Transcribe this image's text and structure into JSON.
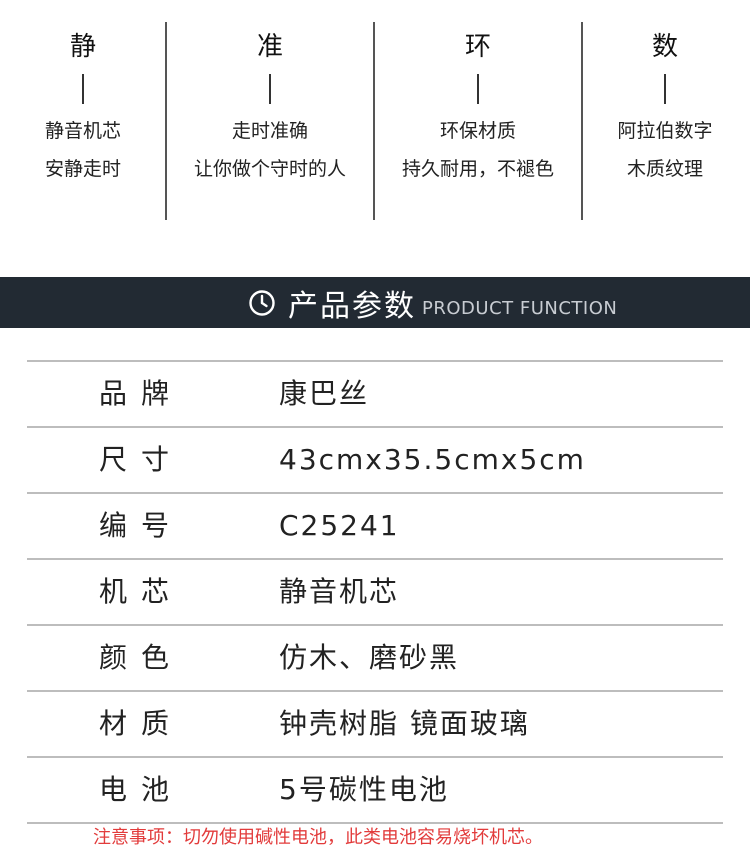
{
  "features": [
    {
      "head": "静",
      "lines": [
        "静音机芯",
        "安静走时"
      ]
    },
    {
      "head": "准",
      "lines": [
        "走时准确",
        "让你做个守时的人"
      ]
    },
    {
      "head": "环",
      "lines": [
        "环保材质",
        "持久耐用，不褪色"
      ]
    },
    {
      "head": "数",
      "lines": [
        "阿拉伯数字",
        "木质纹理"
      ]
    }
  ],
  "banner": {
    "icon": "clock-icon",
    "title": "产品参数",
    "subtitle": "PRODUCT FUNCTION"
  },
  "params": [
    {
      "label": "品牌",
      "value": "康巴丝"
    },
    {
      "label": "尺寸",
      "value": "43cmx35.5cmx5cm"
    },
    {
      "label": "编号",
      "value": "C25241"
    },
    {
      "label": "机芯",
      "value": "静音机芯"
    },
    {
      "label": "颜色",
      "value": "仿木、磨砂黑"
    },
    {
      "label": "材质",
      "value": "钟壳树脂 镜面玻璃"
    },
    {
      "label": "电池",
      "value": "5号碳性电池"
    }
  ],
  "notice": "注意事项：切勿使用碱性电池，此类电池容易烧坏机芯。",
  "colors": {
    "banner_bg": "#222a33",
    "notice": "#e23b3b",
    "divider": "#bdbdbd"
  }
}
